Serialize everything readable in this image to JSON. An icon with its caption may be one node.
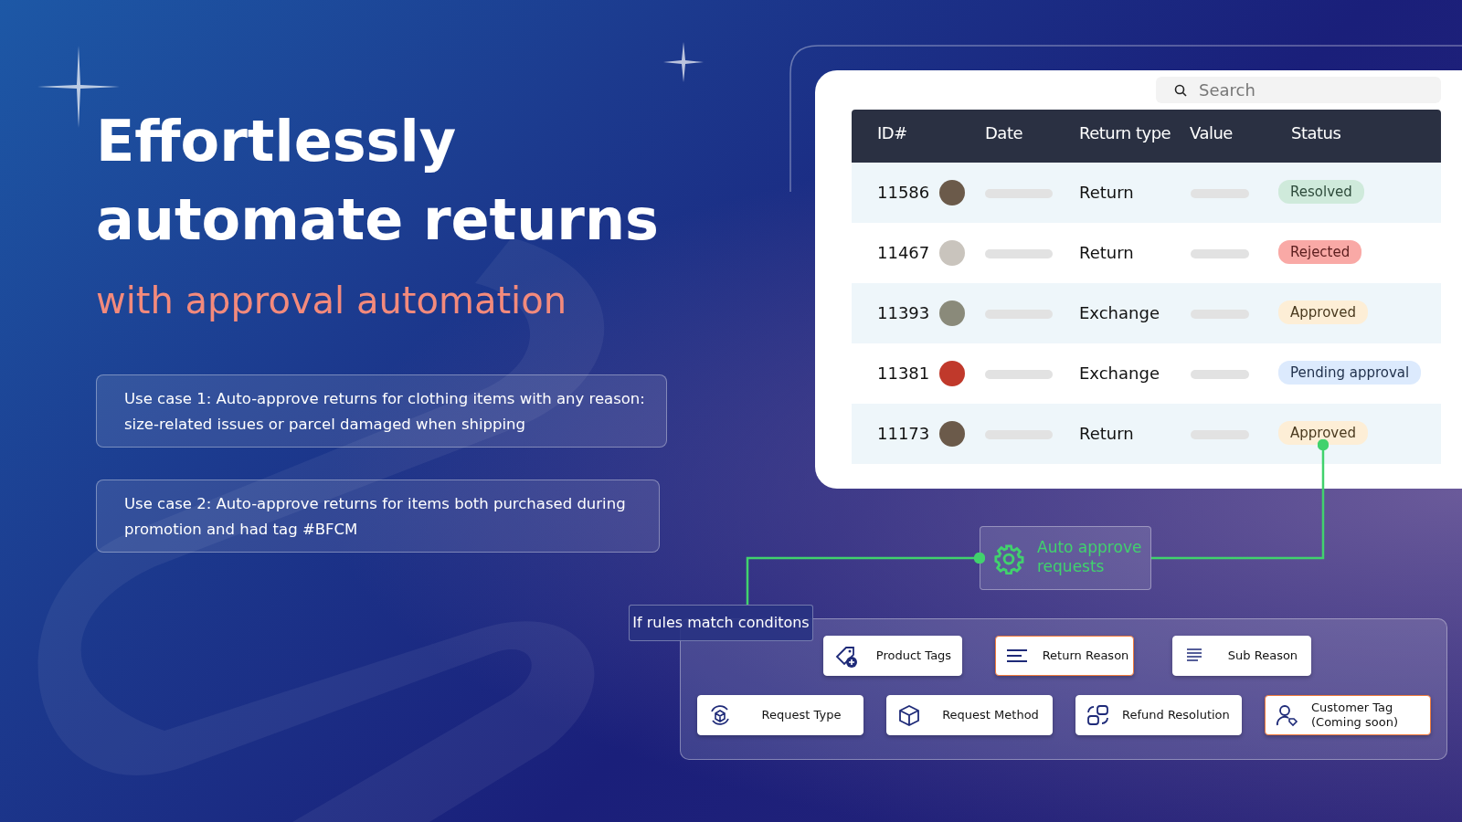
{
  "diagram": {
    "title": "Effortlessly automate returns",
    "nodes": [
      {
        "text": [
          "Use case 1: Auto-approve returns for clothing items with any reason: size-related issues or parcel damaged when shipping"
        ]
      },
      {
        "text": [
          "Use case 2: Auto-approve returns for items both purchased during promotion and had tag #BFCM"
        ]
      },
      {
        "text": [
          "Resolved"
        ]
      },
      {
        "text": [
          "Rejected"
        ]
      },
      {
        "text": [
          "Approved"
        ]
      },
      {
        "text": [
          "Pending approval"
        ]
      },
      {
        "text": [
          "Approved"
        ]
      },
      {
        "text": [
          "Auto approve requests"
        ]
      },
      {
        "text": [
          "If rules match conditons"
        ]
      },
      {
        "text": [],
        "shape": "box"
      },
      {
        "text": [
          "Product Tags"
        ],
        "in": 9
      },
      {
        "text": [
          "Return Reason"
        ],
        "in": 9
      },
      {
        "text": [
          "Sub Reason"
        ],
        "in": 9
      },
      {
        "text": [
          "Request Type"
        ],
        "in": 9
      },
      {
        "text": [
          "Request Method"
        ],
        "in": 9
      },
      {
        "text": [
          "Refund Resolution"
        ],
        "in": 9
      },
      {
        "text": [
          "Customer Tag (Coming soon)"
        ],
        "in": 9
      }
    ],
    "edges": [
      {
        "from": 6,
        "to": 7,
        "arrow": "other"
      },
      {
        "from": 7,
        "to": 8,
        "arrow": "other"
      }
    ],
    "labels": [
      "with approval automation",
      "Search",
      "ID#",
      "Date",
      "Return type",
      "Value",
      "Status",
      "11586",
      "Return",
      "11467",
      "Return",
      "11393",
      "Exchange",
      "11381",
      "Exchange",
      "11173",
      "Return"
    ]
  }
}
